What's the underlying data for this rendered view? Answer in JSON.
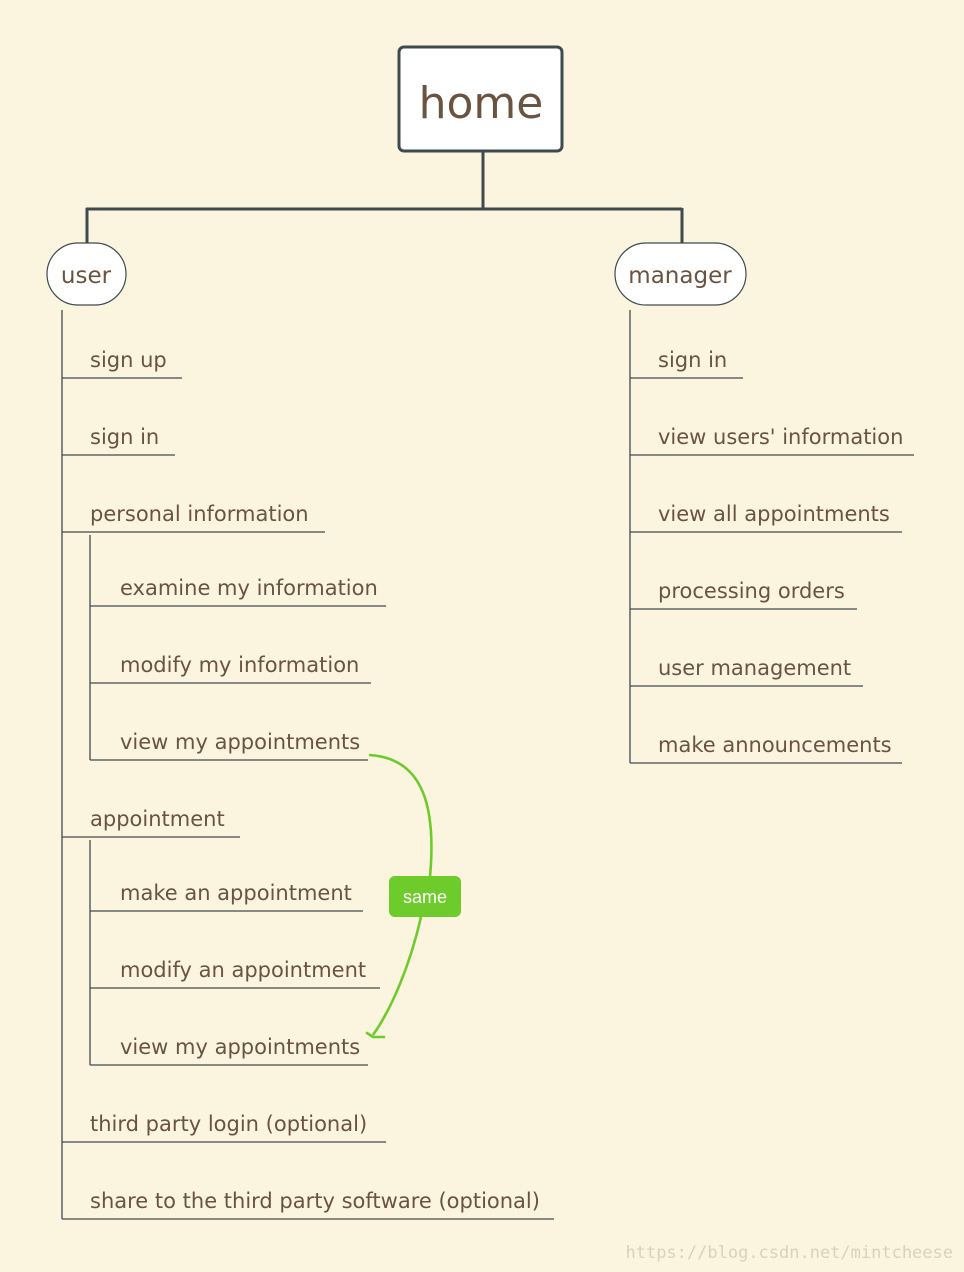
{
  "diagram": {
    "root": "home",
    "branches": {
      "user": {
        "label": "user",
        "items": [
          "sign up",
          "sign in",
          "personal information",
          "examine my information",
          "modify my information",
          "view my appointments",
          "appointment",
          "make an appointment",
          "modify an appointment",
          "view my appointments",
          "third party login (optional)",
          "share to the third party software (optional)"
        ]
      },
      "manager": {
        "label": "manager",
        "items": [
          "sign in",
          "view users' information",
          "view all appointments",
          "processing orders",
          "user management",
          "make announcements"
        ]
      }
    },
    "relation": {
      "label": "same",
      "color": "#6ecb2c"
    },
    "watermark": "https://blog.csdn.net/mintcheese"
  },
  "colors": {
    "background": "#fbf5df",
    "line": "#3f4a4f",
    "text": "#6a5340",
    "accent": "#6ecb2c"
  }
}
